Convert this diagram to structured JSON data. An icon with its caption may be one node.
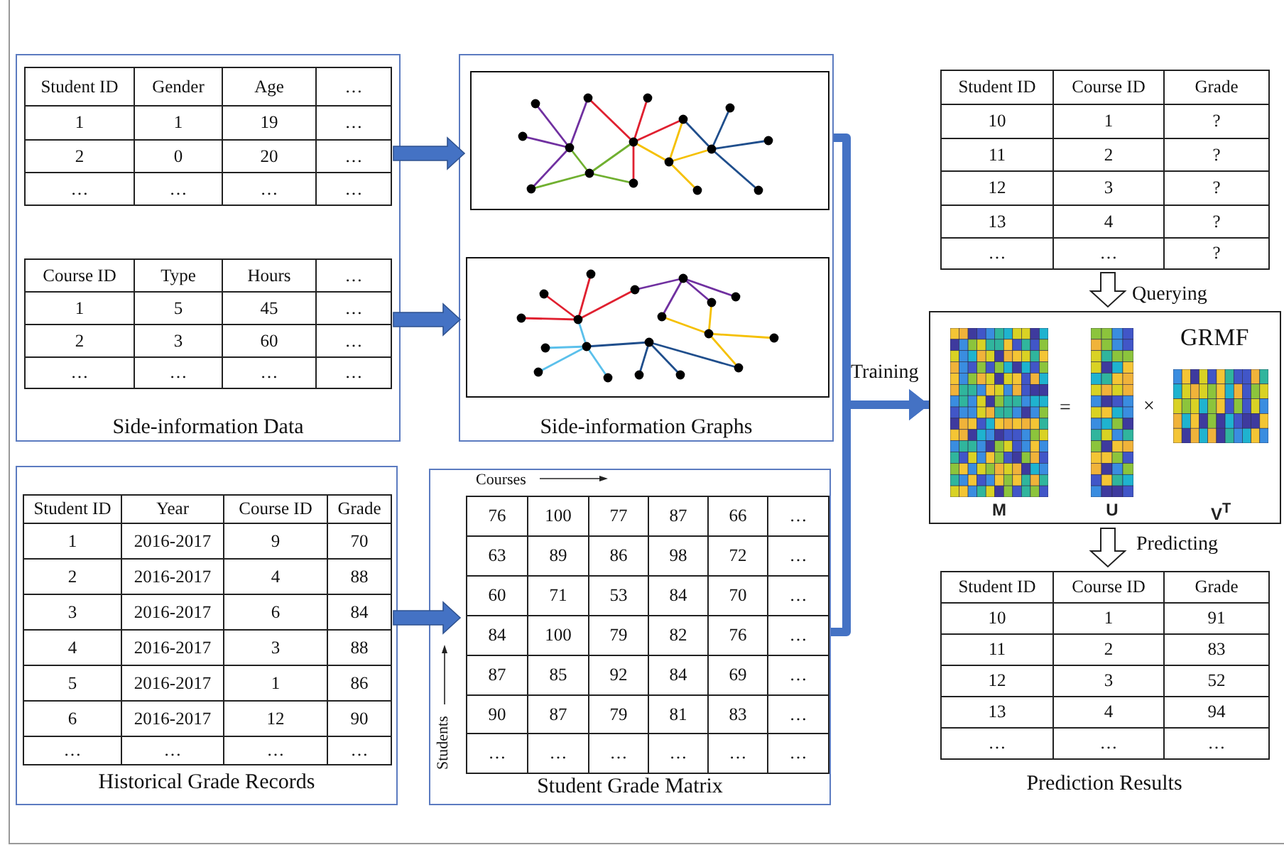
{
  "diagram": {
    "nodes": [
      {
        "text": [
          "Side-information Data"
        ]
      },
      {
        "text": [
          "Student ID",
          "Gender",
          "Age",
          "…",
          "1",
          "1",
          "19",
          "…",
          "2",
          "0",
          "20",
          "…",
          "…",
          "…",
          "…",
          "…"
        ],
        "in": 0
      },
      {
        "text": [
          "Course ID",
          "Type",
          "Hours",
          "…",
          "1",
          "5",
          "45",
          "…",
          "2",
          "3",
          "60",
          "…",
          "…",
          "…",
          "…",
          "…"
        ],
        "in": 0
      },
      {
        "text": [
          "Side-information Graphs"
        ]
      },
      {
        "text": [],
        "shape": "picture",
        "in": 3
      },
      {
        "text": [],
        "shape": "picture",
        "in": 3
      },
      {
        "text": [
          "Historical Grade Records"
        ]
      },
      {
        "text": [
          "Student ID",
          "Year",
          "Course ID",
          "Grade",
          "1",
          "2016-2017",
          "9",
          "70",
          "2",
          "2016-2017",
          "4",
          "88",
          "3",
          "2016-2017",
          "6",
          "84",
          "4",
          "2016-2017",
          "3",
          "88",
          "5",
          "2016-2017",
          "1",
          "86",
          "6",
          "2016-2017",
          "12",
          "90",
          "…",
          "…",
          "…",
          "…"
        ],
        "in": 6
      },
      {
        "text": [
          "Student Grade Matrix"
        ]
      },
      {
        "text": [
          "76",
          "100",
          "77",
          "87",
          "66",
          "…",
          "63",
          "89",
          "86",
          "98",
          "72",
          "…",
          "60",
          "71",
          "53",
          "84",
          "70",
          "…",
          "84",
          "100",
          "79",
          "82",
          "76",
          "…",
          "87",
          "85",
          "92",
          "84",
          "69",
          "…",
          "90",
          "87",
          "79",
          "81",
          "83",
          "…",
          "…",
          "…",
          "…",
          "…",
          "…",
          "…"
        ],
        "in": 8
      },
      {
        "text": [
          "Student  ID",
          "Course ID",
          "Grade",
          "10",
          "1",
          "?",
          "11",
          "2",
          "?",
          "12",
          "3",
          "?",
          "13",
          "4",
          "?",
          "…",
          "…",
          "?"
        ]
      },
      {
        "text": [
          "GRMF"
        ]
      },
      {
        "text": [],
        "shape": "picture",
        "in": 11,
        "beside": [
          "M"
        ]
      },
      {
        "text": [],
        "shape": "picture",
        "in": 11,
        "beside": [
          "U"
        ]
      },
      {
        "text": [],
        "shape": "picture",
        "in": 11,
        "beside": [
          "V$^{T}$"
        ]
      },
      {
        "text": [
          "Student  ID",
          "Course ID",
          "Grade",
          "10",
          "1",
          "91",
          "11",
          "2",
          "83",
          "12",
          "3",
          "52",
          "13",
          "4",
          "94",
          "…",
          "…",
          "…"
        ],
        "beside": [
          "Prediction Results"
        ]
      }
    ],
    "edges": [
      {
        "from": 1,
        "to": 4,
        "arrow": "to"
      },
      {
        "from": 2,
        "to": 5,
        "arrow": "to"
      },
      {
        "from": 7,
        "to": 9,
        "arrow": "to"
      },
      {
        "from": 3,
        "to": 11,
        "arrow": "to",
        "label": "Training"
      },
      {
        "from": 8,
        "to": 11,
        "arrow": "to"
      },
      {
        "from": 10,
        "to": 11,
        "arrow": "to",
        "color": "#222222",
        "label": "Querying"
      },
      {
        "from": 11,
        "to": 15,
        "arrow": "to",
        "color": "#222222",
        "label": "Predicting"
      }
    ],
    "labels": [
      "Courses",
      "Students",
      "=",
      "×"
    ]
  }
}
